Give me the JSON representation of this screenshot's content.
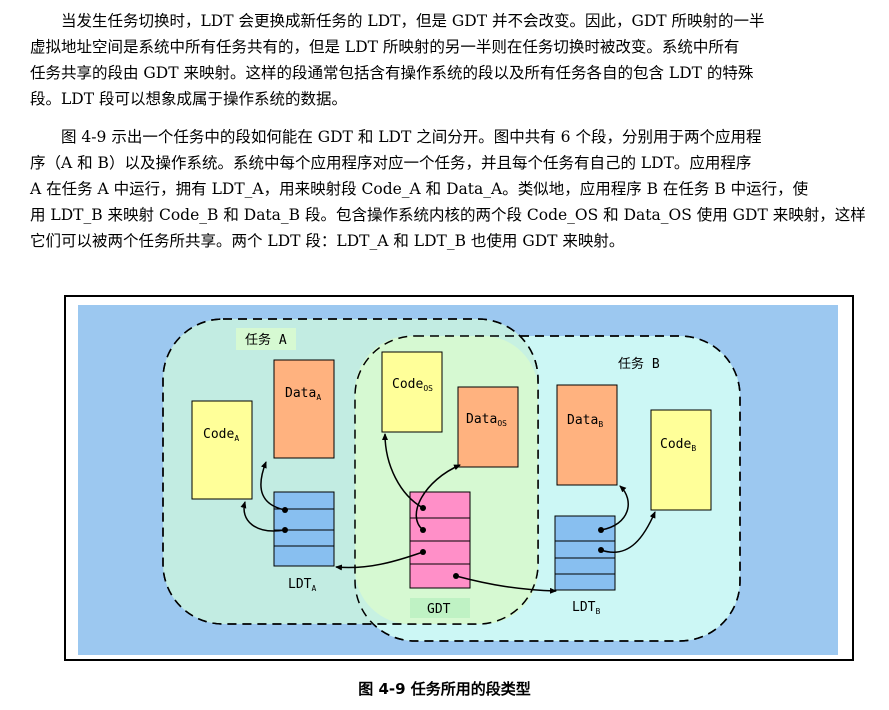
{
  "paragraph1": {
    "lines": [
      "当发生任务切换时，LDT 会更换成新任务的 LDT，但是 GDT 并不会改变。因此，GDT 所映射的一半",
      "虚拟地址空间是系统中所有任务共有的，但是  LDT  所映射的另一半则在任务切换时被改变。系统中所有",
      "任务共享的段由 GDT 来映射。这样的段通常包括含有操作系统的段以及所有任务各自的包含 LDT 的特殊",
      "段。LDT 段可以想象成属于操作系统的数据。"
    ]
  },
  "paragraph2": {
    "lines": [
      "图 4-9 示出一个任务中的段如何能在 GDT 和 LDT 之间分开。图中共有 6 个段，分别用于两个应用程",
      "序（A 和 B）以及操作系统。系统中每个应用程序对应一个任务，并且每个任务有自己的 LDT。应用程序",
      "A 在任务 A 中运行，拥有 LDT_A，用来映射段 Code_A 和 Data_A。类似地，应用程序 B 在任务 B 中运行，使",
      "用 LDT_B 来映射 Code_B 和 Data_B 段。包含操作系统内核的两个段 Code_OS 和 Data_OS 使用 GDT 来映射，这样",
      "它们可以被两个任务所共享。两个 LDT 段：LDT_A 和 LDT_B 也使用 GDT 来映射。"
    ]
  },
  "figure": {
    "task_a_label": "任务 A",
    "task_b_label": "任务 B",
    "segments": {
      "code_a": {
        "base": "Code",
        "sub": "A"
      },
      "data_a": {
        "base": "Data",
        "sub": "A"
      },
      "code_os": {
        "base": "Code",
        "sub": "OS"
      },
      "data_os": {
        "base": "Data",
        "sub": "OS"
      },
      "data_b": {
        "base": "Data",
        "sub": "B"
      },
      "code_b": {
        "base": "Code",
        "sub": "B"
      }
    },
    "tables": {
      "ldt_a": {
        "base": "LDT",
        "sub": "A"
      },
      "gdt": {
        "base": "GDT",
        "sub": ""
      },
      "ldt_b": {
        "base": "LDT",
        "sub": "B"
      }
    },
    "colors": {
      "sky": "#9cc8f0",
      "task_a_fill": "#c6efe0",
      "task_b_fill": "#ccf7f5",
      "gdt_region_fill": "#d6f9d2",
      "code_fill": "#ffff99",
      "data_fill": "#ffb27f",
      "ldt_fill": "#88bff0",
      "gdt_fill": "#ff8fc8"
    }
  },
  "caption": "图 4-9  任务所用的段类型"
}
